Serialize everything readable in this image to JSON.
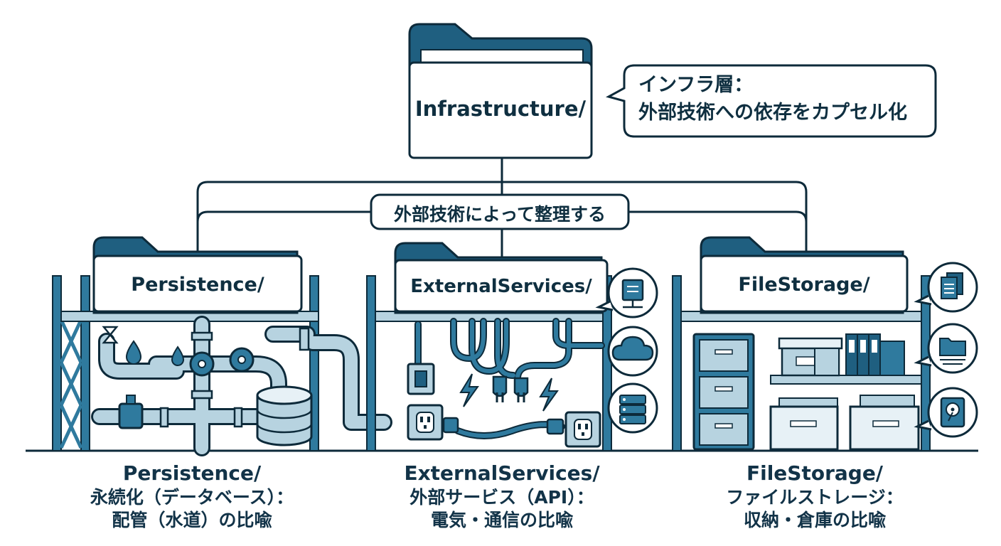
{
  "root": {
    "folder_label": "Infrastructure/",
    "callout_lines": [
      "インフラ層：",
      "外部技術への依存をカプセル化"
    ]
  },
  "connector_label": "外部技術によって整理する",
  "sections": [
    {
      "id": "persistence",
      "folder_label": "Persistence/",
      "caption_title": "Persistence/",
      "caption_lines": [
        "永続化（データベース）：",
        "配管（水道）の比喩"
      ]
    },
    {
      "id": "external-services",
      "folder_label": "ExternalServices/",
      "caption_title": "ExternalServices/",
      "caption_lines": [
        "外部サービス（API）：",
        "電気・通信の比喩"
      ]
    },
    {
      "id": "file-storage",
      "folder_label": "FileStorage/",
      "caption_title": "FileStorage/",
      "caption_lines": [
        "ファイルストレージ：",
        "収納・倉庫の比喩"
      ]
    }
  ],
  "icons": {
    "external_services": [
      "server-icon",
      "cloud-icon",
      "server-rack-icon"
    ],
    "file_storage": [
      "documents-icon",
      "folder-icon",
      "hard-drive-icon"
    ]
  },
  "colors": {
    "dark": "#1f5f80",
    "mid": "#2f7a9e",
    "light": "#b7d3e0",
    "pale": "#e7f1f6",
    "outline": "#0d2a3a"
  }
}
